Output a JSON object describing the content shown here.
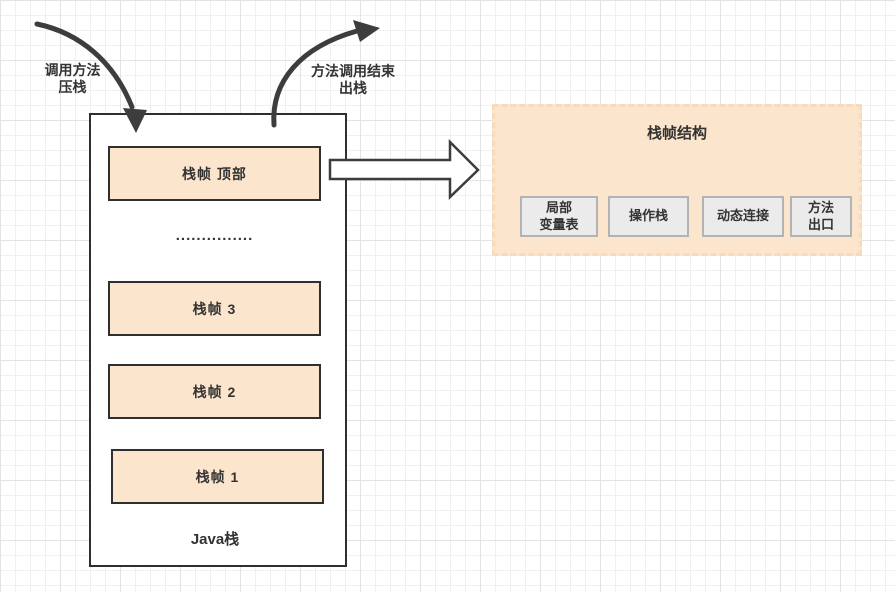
{
  "diagram": {
    "annotations": {
      "push": "调用方法\n压栈",
      "pop": "方法调用结束\n出栈"
    },
    "stack": {
      "top_frame": "栈帧 顶部",
      "ellipsis": "...............",
      "frames": [
        "栈帧 3",
        "栈帧 2",
        "栈帧 1"
      ],
      "title": "Java栈"
    },
    "panel": {
      "title": "栈帧结构",
      "items": [
        "局部\n变量表",
        "操作栈",
        "动态连接",
        "方法\n出口"
      ]
    },
    "colors": {
      "frame_fill": "#FCE5CD",
      "frame_border": "#2F2F2F",
      "panel_fill": "#FCE5CD",
      "panel_dash_border": "#F9DBBC",
      "inner_box_fill": "#EBEBEB",
      "inner_box_border": "#B3B3B3",
      "arrow_stroke": "#3D3D3D",
      "text": "#333333"
    }
  }
}
